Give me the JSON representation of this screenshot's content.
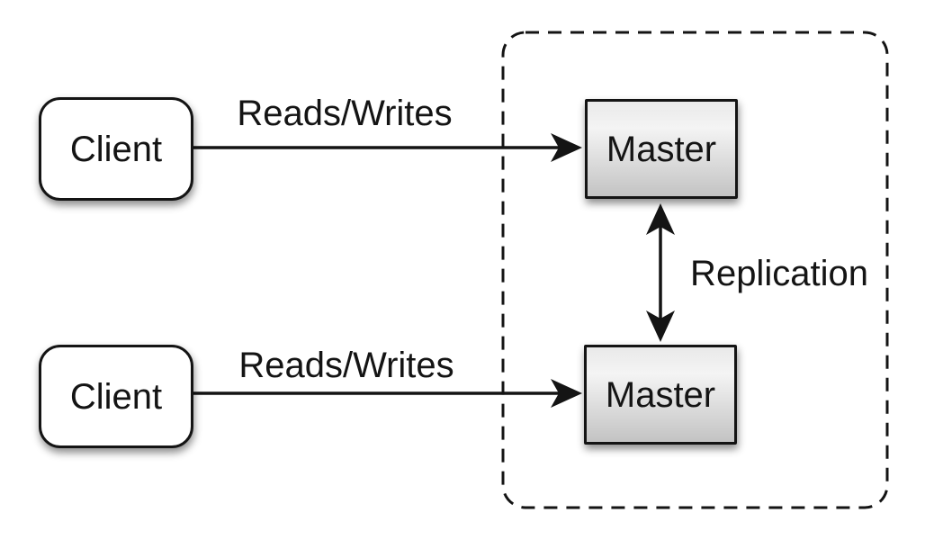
{
  "diagram": {
    "nodes": {
      "clients": [
        {
          "label": "Client"
        },
        {
          "label": "Client"
        }
      ],
      "masters": [
        {
          "label": "Master"
        },
        {
          "label": "Master"
        }
      ]
    },
    "edges": {
      "reads_writes_top": {
        "label": "Reads/Writes"
      },
      "reads_writes_bottom": {
        "label": "Reads/Writes"
      },
      "replication": {
        "label": "Replication"
      }
    },
    "colors": {
      "stroke": "#141414",
      "text": "#141414",
      "client_fill": "#ffffff",
      "master_fill_light": "#f4f4f4",
      "master_fill_dark": "#c3c3c3",
      "background": "#ffffff"
    }
  }
}
